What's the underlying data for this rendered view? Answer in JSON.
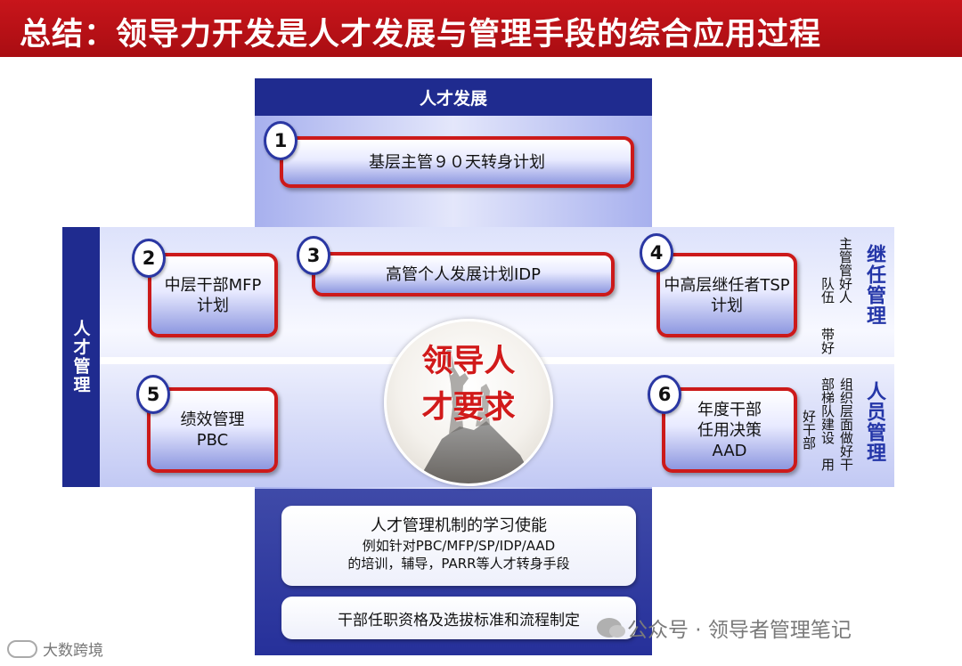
{
  "title": "总结：领导力开发是人才发展与管理手段的综合应用过程",
  "columns": {
    "talent_development": "人才发展",
    "talent_management": "人才管理"
  },
  "center": {
    "line1": "领导人",
    "line2": "才要求"
  },
  "programs": [
    {
      "number": "1",
      "line1": "基层主管９０天转身计划",
      "line2": ""
    },
    {
      "number": "2",
      "line1": "中层干部MFP",
      "line2": "计划"
    },
    {
      "number": "3",
      "line1": "高管个人发展计划IDP",
      "line2": ""
    },
    {
      "number": "4",
      "line1": "中高层继任者TSP",
      "line2": "计划"
    },
    {
      "number": "5",
      "line1": "绩效管理",
      "line2": "PBC"
    },
    {
      "number": "6",
      "line1": "年度干部",
      "line2": "任用决策",
      "line3": "AAD"
    }
  ],
  "succession": {
    "label": "继任管理",
    "desc_col1": "主管管好人",
    "desc_col2": "队伍 带好"
  },
  "personnel": {
    "label": "人员管理",
    "desc_col1": "组织层面做好干",
    "desc_col2": "部梯队建设 用",
    "desc_col3": "好干部"
  },
  "enablement": {
    "line1": "人才管理机制的学习使能",
    "line2": "例如针对PBC/MFP/SP/IDP/AAD",
    "line3": "的培训，辅导，PARR等人才转身手段"
  },
  "standards": "干部任职资格及选拔标准和流程制定",
  "watermark_right": "公众号 · 领导者管理笔记",
  "watermark_left": "大数跨境"
}
